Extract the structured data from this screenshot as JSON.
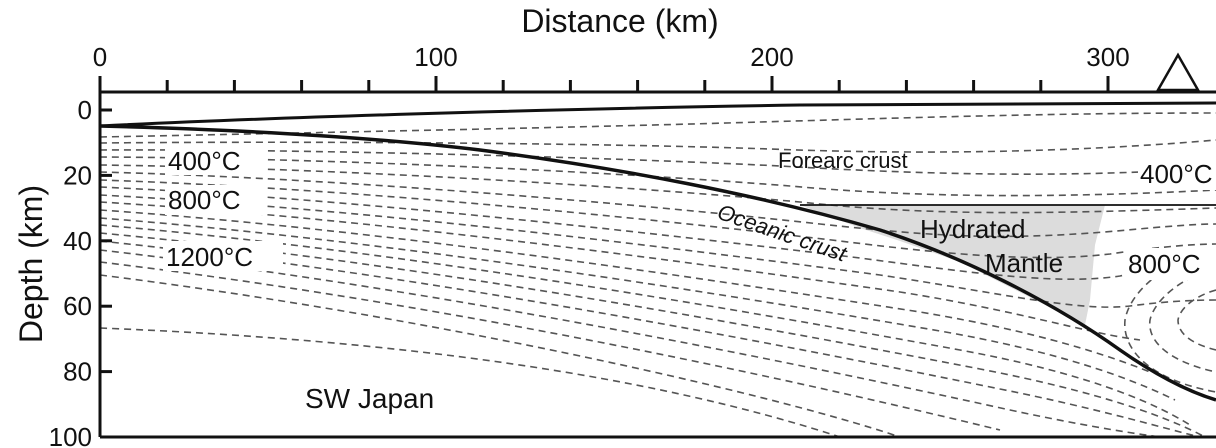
{
  "figure": {
    "x_axis_label": "Distance (km)",
    "y_axis_label": "Depth (km)",
    "x_ticks": [
      {
        "value": 0,
        "label": "0"
      },
      {
        "value": 100,
        "label": "100"
      },
      {
        "value": 200,
        "label": "200"
      },
      {
        "value": 300,
        "label": "300"
      }
    ],
    "y_ticks": [
      {
        "value": 0,
        "label": "0"
      },
      {
        "value": 20,
        "label": "20"
      },
      {
        "value": 40,
        "label": "40"
      },
      {
        "value": 60,
        "label": "60"
      },
      {
        "value": 80,
        "label": "80"
      },
      {
        "value": 100,
        "label": "100"
      }
    ],
    "isotherm_labels": {
      "left_400": "400°C",
      "left_800": "800°C",
      "left_1200": "1200°C",
      "right_400": "400°C",
      "right_800": "800°C"
    },
    "region_labels": {
      "forearc_crust": "Forearc crust",
      "oceanic_crust": "Oceanic crust",
      "hydrated_mantle_line1": "Hydrated",
      "hydrated_mantle_line2": "Mantle",
      "region_name": "SW Japan"
    },
    "volcano_symbol": "triangle",
    "hydrated_mantle_fill": "#dcdcdc",
    "line_color": "#111111",
    "isotherm_color": "#555555"
  }
}
